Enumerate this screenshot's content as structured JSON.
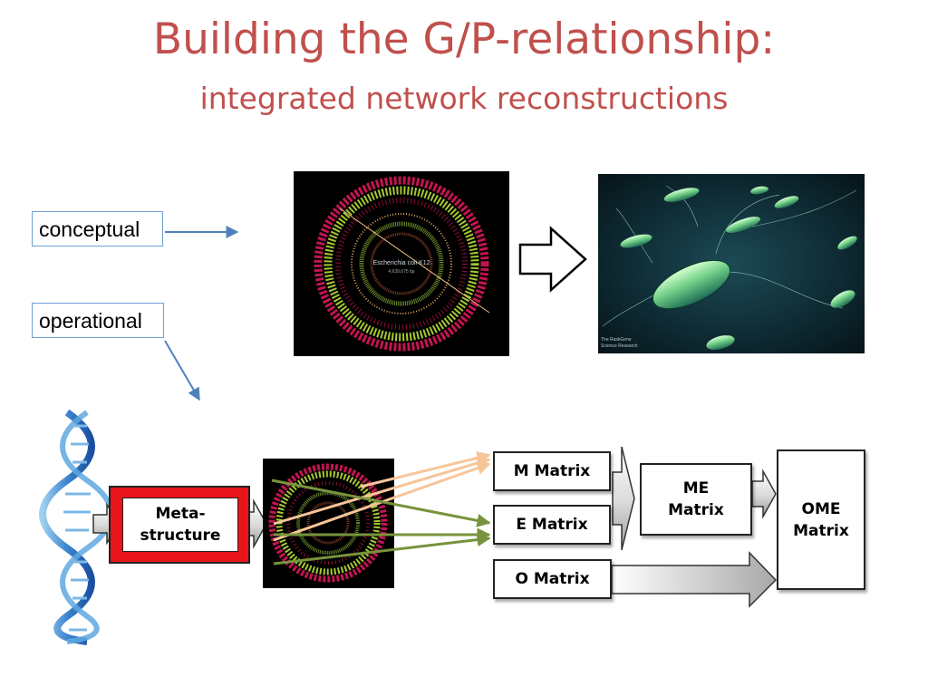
{
  "slide": {
    "title": "Building the G/P-relationship:",
    "subtitle": "integrated network reconstructions"
  },
  "labels": {
    "conceptual": "conceptual",
    "operational": "operational"
  },
  "boxes": {
    "meta_line1": "Meta-",
    "meta_line2": "structure",
    "m_matrix": "M Matrix",
    "e_matrix": "E Matrix",
    "o_matrix": "O Matrix",
    "me_line1": "ME",
    "me_line2": "Matrix",
    "ome_line1": "OME",
    "ome_line2": "Matrix"
  },
  "images": {
    "genome_map_caption": "Escherichia coli K12",
    "genome_map_size": "4,639,675 bp",
    "bacteria_credit_line1": "The RaskGene",
    "bacteria_credit_line2": "Science Research"
  },
  "colors": {
    "title": "#c0504d",
    "label_border": "#6f9fd3",
    "connector_blue": "#4f81bd",
    "arrow_peach": "#f8c59a",
    "arrow_green": "#77933c",
    "meta_red": "#e8141b"
  }
}
